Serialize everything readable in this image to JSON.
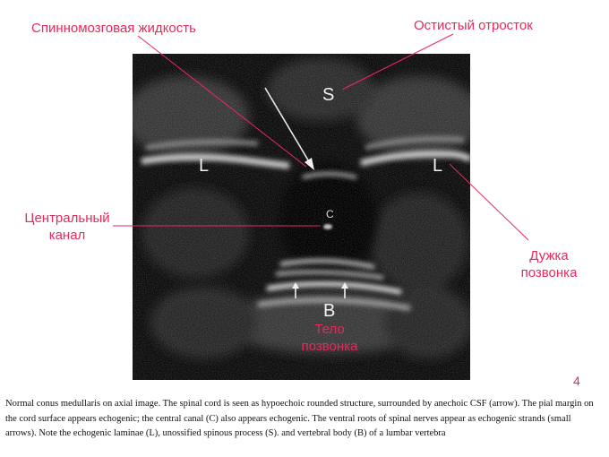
{
  "colors": {
    "annotation": "#e8295c",
    "background": "#ffffff"
  },
  "labels": {
    "csf": "Спинномозговая жидкость",
    "spinous": "Остистый отросток",
    "canal_1": "Центральный",
    "canal_2": "канал",
    "lamina_1": "Дужка",
    "lamina_2": "позвонка",
    "body_1": "Тело",
    "body_2": "позвонка"
  },
  "image_letters": {
    "s": "S",
    "l_left": "L",
    "l_right": "L",
    "c": "C",
    "b": "B"
  },
  "page_number": "4",
  "caption": "Normal conus medullaris on axial image. The spinal cord is seen as hypoechoic rounded structure, surrounded by anechoic CSF (arrow). The pial margin on the cord surface appears echogenic; the central canal (C) also appears echogenic. The ventral roots of spinal nerves appear as echogenic strands (small arrows). Note the echogenic laminae (L), unossified spinous process (S). and vertebral body (B) of a lumbar vertebra"
}
